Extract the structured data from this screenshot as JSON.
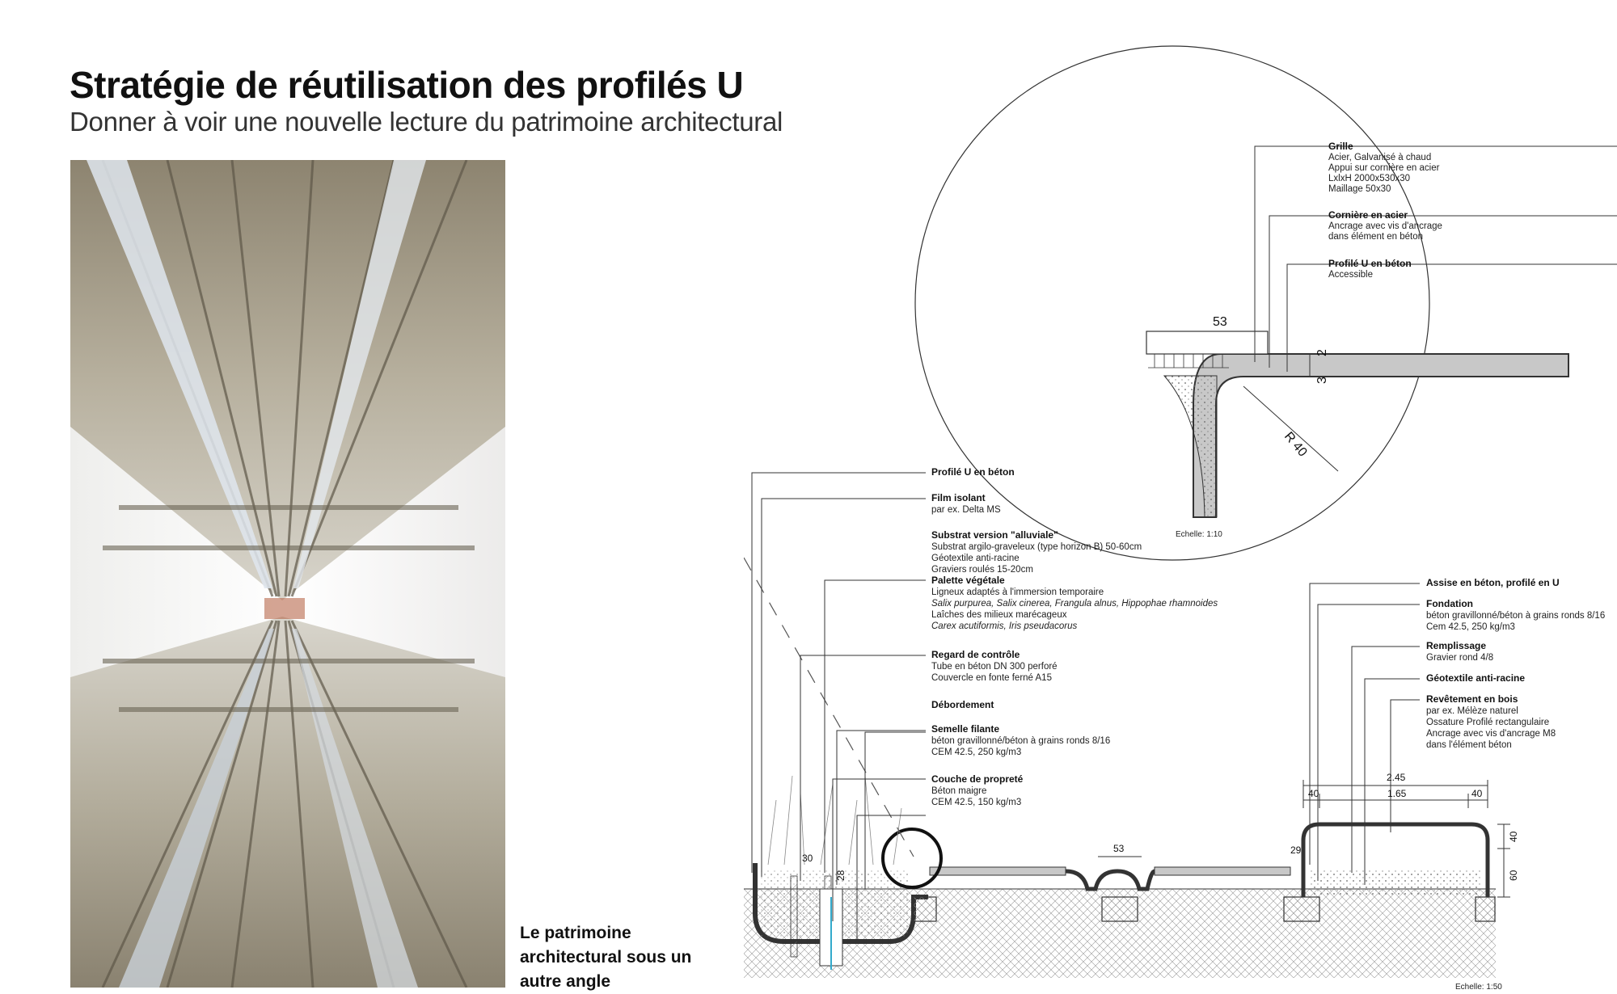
{
  "header": {
    "title": "Stratégie de réutilisation des profilés U",
    "subtitle": "Donner à voir une nouvelle lecture du patrimoine architectural"
  },
  "caption": {
    "lines": [
      "Le patrimoine",
      "architectural sous un",
      "autre angle"
    ]
  },
  "detail": {
    "labels": [
      {
        "heading": "Grille",
        "lines": [
          "Acier, Galvanisé à chaud",
          "Appui sur cornière en acier",
          "LxlxH 2000x530x30",
          "Maillage 50x30"
        ]
      },
      {
        "heading": "Cornière en acier",
        "lines": [
          "Ancrage avec vis d'ancrage",
          "dans élément en béton"
        ]
      },
      {
        "heading": "Profilé U en béton",
        "lines": [
          "Accessible"
        ]
      }
    ],
    "dims": {
      "d53": "53",
      "d2": "2",
      "d3": "3",
      "r40": "R 40"
    },
    "scale": "Echelle: 1:10"
  },
  "section": {
    "left_labels": [
      {
        "heading": "Profilé U en béton",
        "lines": []
      },
      {
        "heading": "Film isolant",
        "lines": [
          "par ex. Delta MS"
        ]
      },
      {
        "heading": "Substrat version \"alluviale\"",
        "lines": [
          "Substrat argilo-graveleux (type horizon B) 50-60cm",
          "Géotextile anti-racine",
          "Graviers roulés 15-20cm"
        ]
      },
      {
        "heading": "Palette végétale",
        "lines": [
          "Ligneux adaptés à l'immersion temporaire"
        ],
        "italic": [
          "Salix purpurea, Salix cinerea, Frangula alnus, Hippophae rhamnoides"
        ],
        "after": [
          "Laîches des milieux marécageux"
        ],
        "italic2": [
          "Carex acutiformis, Iris pseudacorus"
        ]
      },
      {
        "heading": "Regard de contrôle",
        "lines": [
          "Tube en béton DN 300 perforé",
          "Couvercle en fonte ferné A15"
        ]
      },
      {
        "heading": "Débordement",
        "lines": []
      },
      {
        "heading": "Semelle filante",
        "lines": [
          "béton gravillonné/béton à grains ronds 8/16",
          "CEM 42.5, 250 kg/m3"
        ]
      },
      {
        "heading": "Couche de propreté",
        "lines": [
          "Béton maigre",
          "CEM 42.5, 150 kg/m3"
        ]
      }
    ],
    "right_labels": [
      {
        "heading": "Assise en béton, profilé en U",
        "lines": []
      },
      {
        "heading": "Fondation",
        "lines": [
          "béton gravillonné/béton à grains ronds 8/16",
          "Cem 42.5, 250 kg/m3"
        ]
      },
      {
        "heading": "Remplissage",
        "lines": [
          "Gravier rond 4/8"
        ]
      },
      {
        "heading": "Géotextile anti-racine",
        "lines": []
      },
      {
        "heading": "Revêtement en bois",
        "lines": [
          "par ex. Mélèze naturel",
          "Ossature Profilé rectangulaire",
          "Ancrage avec vis d'ancrage M8",
          "dans l'élément béton"
        ]
      }
    ],
    "dims": {
      "d245": "2.45",
      "d40a": "40",
      "d165": "1.65",
      "d40b": "40",
      "d40v": "40",
      "d60": "60",
      "d53": "53",
      "d29": "29",
      "d30": "30",
      "d28": "28"
    },
    "scale": "Echelle: 1:50"
  },
  "colors": {
    "concrete": "#c8c8c8",
    "hatch": "#555555",
    "photo_dark": "#8a7f6a",
    "photo_light": "#e8e6e0"
  }
}
